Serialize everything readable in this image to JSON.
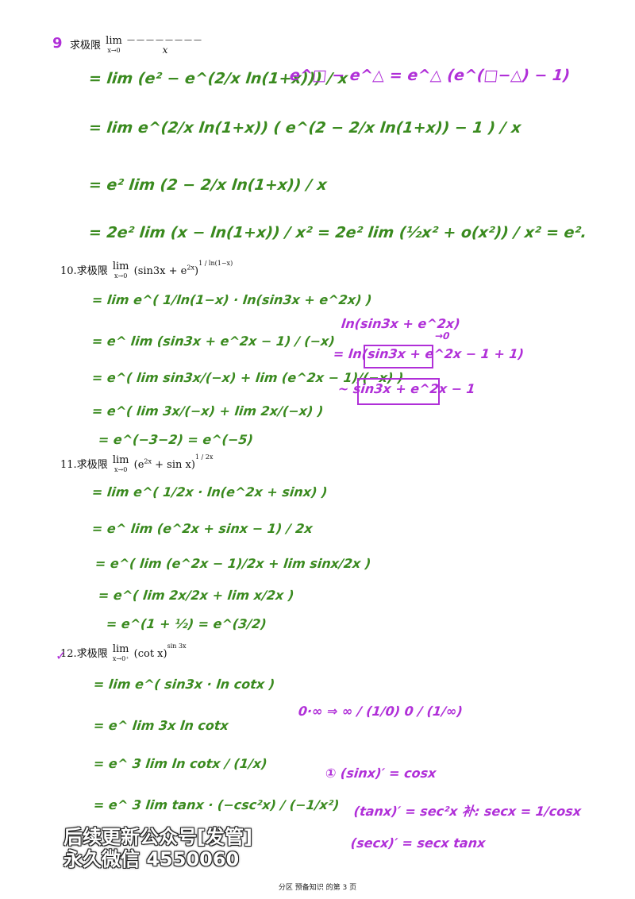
{
  "problems": [
    {
      "number": "",
      "stem": "求极限",
      "lim": "lim",
      "lim_sub": "x→0",
      "expr": "————————",
      "expr_den": "x",
      "mark": "9"
    },
    {
      "number": "10.",
      "stem": "求极限",
      "lim": "lim",
      "lim_sub": "x→0",
      "expr": "(sin3x + e",
      "expr_sup": "2x",
      "expr_close": ")",
      "outer_sup": "1 / ln(1−x)"
    },
    {
      "number": "11.",
      "stem": "求极限",
      "lim": "lim",
      "lim_sub": "x→0",
      "expr": "(e",
      "expr_sup": "2x",
      "expr_rest": " + sin x)",
      "outer_sup": "1 / 2x"
    },
    {
      "number": "12.",
      "stem": "求极限",
      "lim": "lim",
      "lim_sub": "x→0⁺",
      "expr": "(cot x)",
      "outer_sup": "sin 3x"
    }
  ],
  "handwriting": {
    "p9": [
      "= lim  (e² − e^(2/x ln(1+x))) / x",
      "= lim  e^(2/x ln(1+x)) ( e^(2 − 2/x ln(1+x)) − 1 ) / x",
      "= e² lim  (2 − 2/x ln(1+x)) / x",
      "= 2e² lim  (x − ln(1+x)) / x²  = 2e² lim  (½x² + o(x²)) / x²  = e²."
    ],
    "p9_note": "e^□ − e^△ = e^△ (e^(□−△) − 1)",
    "p10": [
      "= lim  e^( 1/ln(1−x) · ln(sin3x + e^2x) )",
      "= e^ lim  (sin3x + e^2x − 1) / (−x)",
      "= e^( lim  sin3x/(−x) + lim  (e^2x − 1)/(−x) )",
      "= e^( lim 3x/(−x) + lim 2x/(−x) )",
      "= e^(−3−2)  = e^(−5)"
    ],
    "p10_note": [
      "ln(sin3x + e^2x)",
      "= ln(sin3x + e^2x − 1 + 1)",
      "~ sin3x + e^2x − 1"
    ],
    "p10_arrow": "→0",
    "p11": [
      "= lim  e^( 1/2x · ln(e^2x + sinx) )",
      "= e^ lim  (e^2x + sinx − 1) / 2x",
      "= e^( lim  (e^2x − 1)/2x + lim  sinx/2x )",
      "= e^( lim 2x/2x + lim x/2x )",
      "= e^(1 + ½)  = e^(3/2)"
    ],
    "p12": [
      "= lim  e^( sin3x · ln cotx )",
      "= e^ lim  3x ln cotx",
      "= e^ 3 lim  ln cotx / (1/x)",
      "= e^ 3 lim  tanx · (−csc²x) / (−1/x²)"
    ],
    "p12_notes": [
      "0·∞  ⇒  ∞ / (1/0)    0 / (1/∞)",
      "①  (sinx)′ = cosx",
      "(tanx)′ = sec²x   补: secx = 1/cosx",
      "(secx)′ = secx tanx"
    ]
  },
  "watermark": {
    "line1": "后续更新公众号[发管]",
    "line2": "永久微信 4550060"
  },
  "footer": "分区 预备知识 的第 3 页",
  "colors": {
    "green": "#3a8a1f",
    "purple": "#b02fd8"
  }
}
